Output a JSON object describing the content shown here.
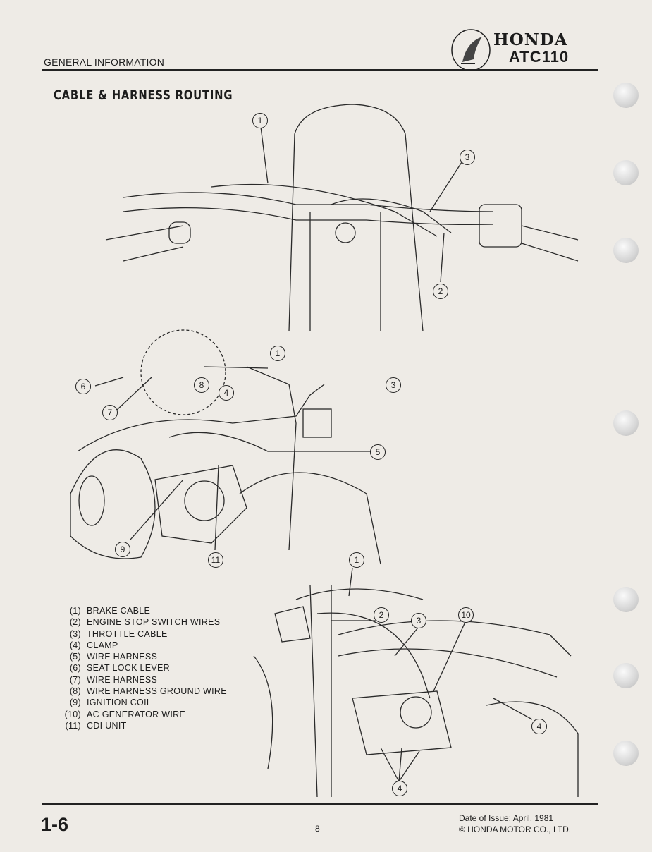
{
  "header": {
    "section": "GENERAL INFORMATION",
    "brand": "HONDA",
    "model": "ATC110"
  },
  "title": "CABLE & HARNESS ROUTING",
  "diagrams": {
    "top": [
      "1",
      "3",
      "2"
    ],
    "middle": [
      "1",
      "6",
      "7",
      "8",
      "4",
      "3",
      "5",
      "9",
      "11"
    ],
    "bottom": [
      "1",
      "2",
      "3",
      "10",
      "4",
      "4"
    ]
  },
  "legend": [
    {
      "num": "(1)",
      "label": "BRAKE CABLE"
    },
    {
      "num": "(2)",
      "label": "ENGINE STOP SWITCH WIRES"
    },
    {
      "num": "(3)",
      "label": "THROTTLE CABLE"
    },
    {
      "num": "(4)",
      "label": "CLAMP"
    },
    {
      "num": "(5)",
      "label": "WIRE HARNESS"
    },
    {
      "num": "(6)",
      "label": "SEAT LOCK LEVER"
    },
    {
      "num": "(7)",
      "label": "WIRE HARNESS"
    },
    {
      "num": "(8)",
      "label": "WIRE HARNESS GROUND WIRE"
    },
    {
      "num": "(9)",
      "label": "IGNITION COIL"
    },
    {
      "num": "(10)",
      "label": "AC GENERATOR WIRE"
    },
    {
      "num": "(11)",
      "label": "CDI UNIT"
    }
  ],
  "footer": {
    "page": "1-6",
    "sheet": "8",
    "date": "Date of Issue: April, 1981",
    "copyright": "© HONDA MOTOR CO., LTD."
  }
}
